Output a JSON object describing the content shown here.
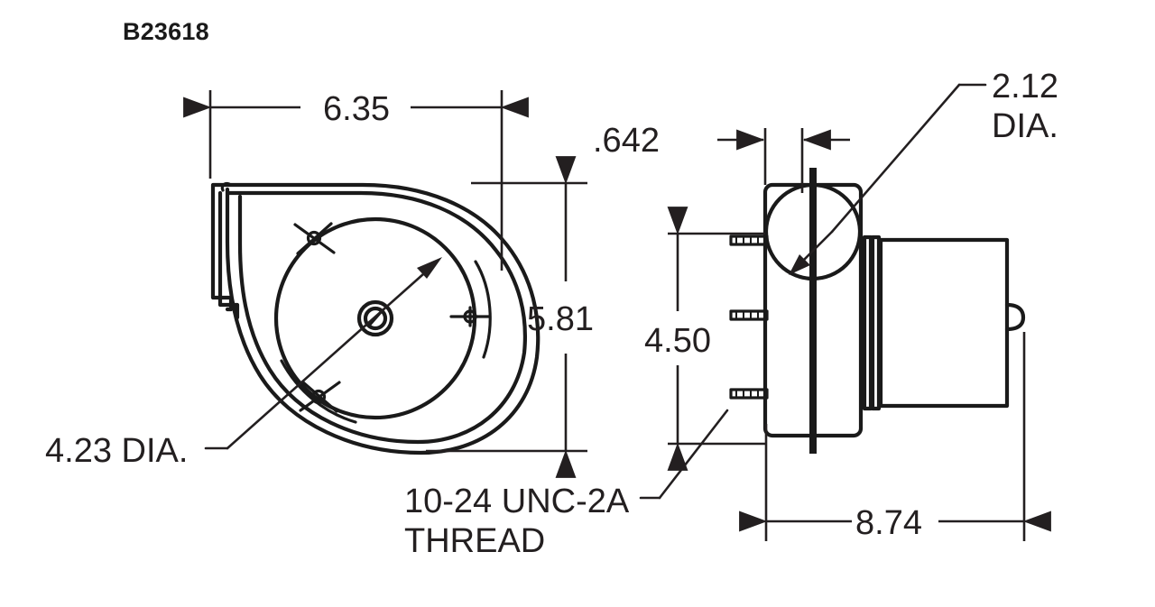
{
  "drawing": {
    "part_number": "B23618",
    "background_color": "#ffffff",
    "line_color": "#1a1a1a",
    "text_color": "#231f20",
    "type": "engineering-dimensional-drawing",
    "subject": "centrifugal blower with motor",
    "views": [
      {
        "name": "front-view",
        "description": "blower scroll housing front elevation"
      },
      {
        "name": "side-view",
        "description": "blower housing and motor side elevation"
      }
    ]
  },
  "dimensions": {
    "overall_width": "6.35",
    "overall_height": "5.81",
    "wheel_diameter": "4.23 DIA.",
    "outlet_offset": ".642",
    "outlet_diameter_line1": "2.12",
    "outlet_diameter_line2": "DIA.",
    "stud_span": "4.50",
    "overall_depth": "8.74",
    "thread_line1": "10-24 UNC-2A",
    "thread_line2": "THREAD"
  },
  "annotations": {
    "wheel_dia_label": "4.23 DIA.",
    "thread_label_full": "10-24 UNC-2A THREAD",
    "outlet_dia_label_full": "2.12 DIA."
  }
}
